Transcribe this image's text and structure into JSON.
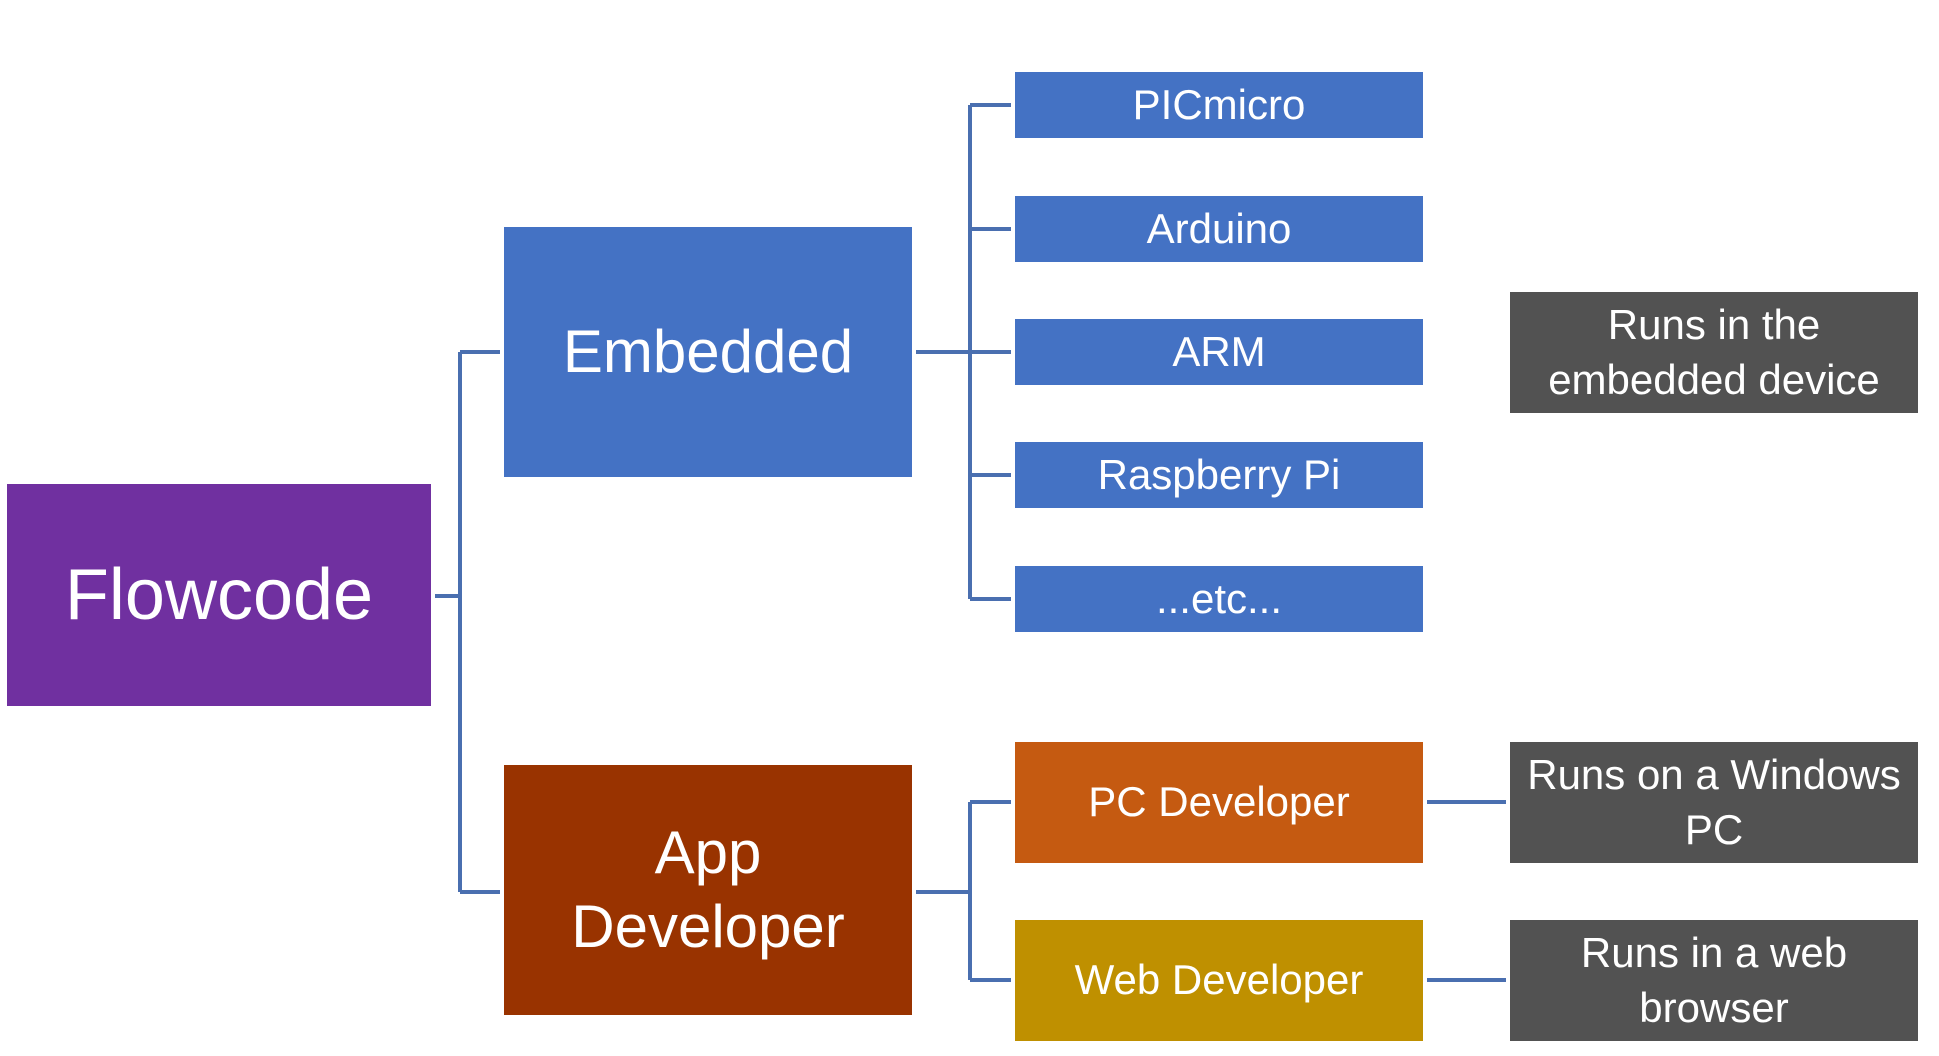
{
  "colors": {
    "root": "#7030a0",
    "embedded": "#4472c4",
    "app_developer": "#993300",
    "pc_developer": "#c55a11",
    "web_developer": "#bf9000",
    "note": "#525252",
    "connector": "#4a6fb0"
  },
  "root": {
    "label": "Flowcode"
  },
  "categories": {
    "embedded": {
      "label": "Embedded",
      "targets": [
        "PICmicro",
        "Arduino",
        "ARM",
        "Raspberry Pi",
        "...etc..."
      ],
      "note": "Runs in the embedded device"
    },
    "app_developer": {
      "label": "App Developer",
      "platforms": [
        {
          "label": "PC Developer",
          "note": "Runs on a Windows PC"
        },
        {
          "label": "Web Developer",
          "note": "Runs in a web browser"
        }
      ]
    }
  }
}
